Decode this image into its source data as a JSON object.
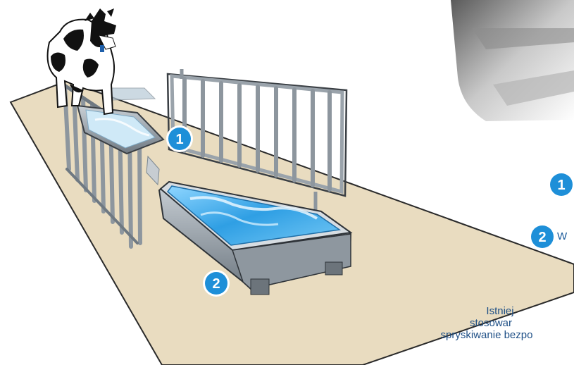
{
  "badges": {
    "badge_1": "1",
    "badge_2": "2",
    "legend_1": "1",
    "legend_2": "2"
  },
  "legend": {
    "item_2_text": "W"
  },
  "caption": {
    "line_1": "Istniej",
    "line_2": "stosowar",
    "line_3": "spryskiwanie bezpo"
  },
  "colors": {
    "floor": "#e9dcc0",
    "badge": "#1e8fd8",
    "water": "#3aa8e8",
    "metal": "#9aa3ab",
    "text": "#1e4f86"
  }
}
